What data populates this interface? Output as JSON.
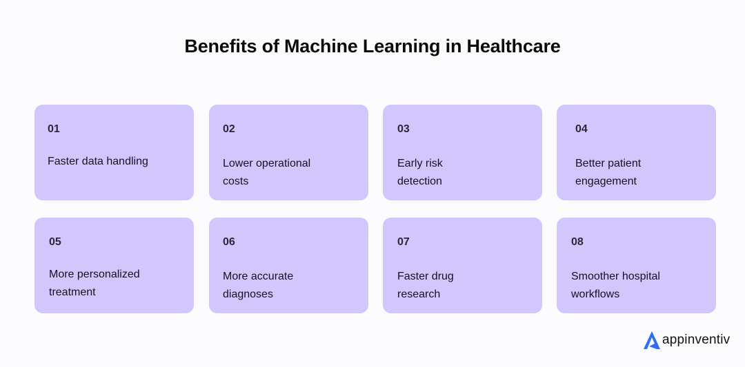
{
  "title": "Benefits of Machine Learning in Healthcare",
  "colors": {
    "background": "#fcfcfe",
    "card": "#d2c6fd",
    "title": "#0b0b0b",
    "logo_accent": "#2f6df2"
  },
  "cards": [
    {
      "number": "01",
      "text": "Faster data handling"
    },
    {
      "number": "02",
      "text": "Lower operational costs"
    },
    {
      "number": "03",
      "text": "Early risk detection"
    },
    {
      "number": "04",
      "text": "Better patient engagement"
    },
    {
      "number": "05",
      "text": "More personalized treatment"
    },
    {
      "number": "06",
      "text": "More accurate diagnoses"
    },
    {
      "number": "07",
      "text": "Faster drug research"
    },
    {
      "number": "08",
      "text": "Smoother hospital workflows"
    }
  ],
  "logo": {
    "icon": "appinventiv-a-icon",
    "wordmark": "appinventiv"
  }
}
